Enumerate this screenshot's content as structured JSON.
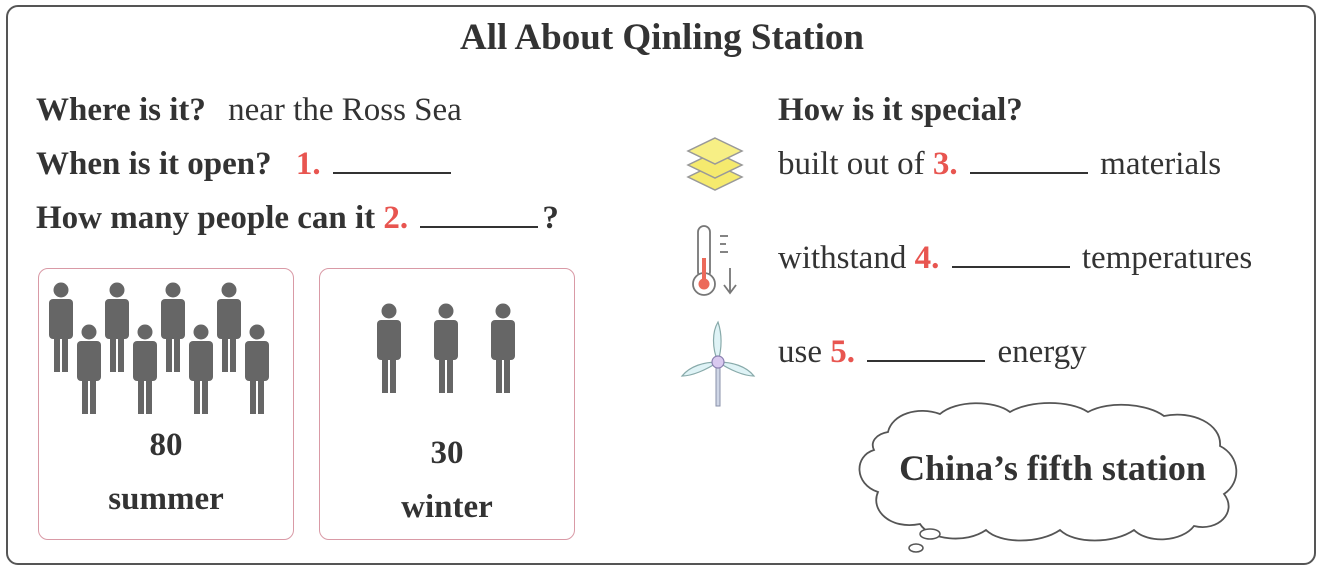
{
  "title": "All About Qinling Station",
  "left": {
    "q1_label": "Where is it?",
    "q1_answer": "near the Ross Sea",
    "q2_label": "When is it open?",
    "q2_num": "1.",
    "q3_label": "How many people can it",
    "q3_num": "2.",
    "q3_end": "?"
  },
  "capacity": {
    "summer": {
      "count": "80",
      "season": "summer"
    },
    "winter": {
      "count": "30",
      "season": "winter"
    }
  },
  "right": {
    "heading": "How is it special?",
    "items": [
      {
        "icon": "layers-icon",
        "prefix": "built out of",
        "num": "3.",
        "suffix": "materials"
      },
      {
        "icon": "thermometer-icon",
        "prefix": "withstand",
        "num": "4.",
        "suffix": "temperatures"
      },
      {
        "icon": "wind-turbine-icon",
        "prefix": "use",
        "num": "5.",
        "suffix": "energy"
      }
    ]
  },
  "bubble": {
    "text": "China’s fifth station"
  },
  "colors": {
    "number": "#e85550",
    "text": "#333333",
    "box_border": "#d99aa6",
    "layers": "#f5ea6e"
  }
}
